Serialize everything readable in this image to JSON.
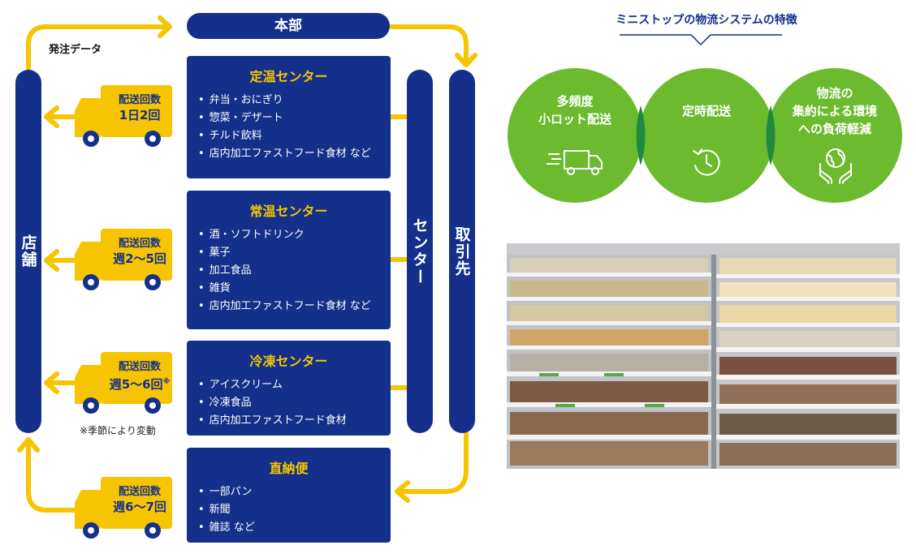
{
  "diagram": {
    "hq": "本部",
    "order_data": "発注データ",
    "store": "店舗",
    "center": "センター",
    "suppliers": "取引先",
    "centers": [
      {
        "title": "定温センター",
        "items": [
          "弁当・おにぎり",
          "惣菜・デザート",
          "チルド飲料",
          "店内加工ファストフード食材 など"
        ],
        "delivery_label": "配送回数",
        "delivery_value": "1日2回"
      },
      {
        "title": "常温センター",
        "items": [
          "酒・ソフトドリンク",
          "菓子",
          "加工食品",
          "雑貨",
          "店内加工ファストフード食材 など"
        ],
        "delivery_label": "配送回数",
        "delivery_value": "週2〜5回"
      },
      {
        "title": "冷凍センター",
        "items": [
          "アイスクリーム",
          "冷凍食品",
          "店内加工ファストフード食材"
        ],
        "delivery_label": "配送回数",
        "delivery_value": "週5〜6回",
        "mark": "※"
      },
      {
        "title": "直納便",
        "items": [
          "一部パン",
          "新聞",
          "雑誌 など"
        ],
        "delivery_label": "配送回数",
        "delivery_value": "週6〜7回"
      }
    ],
    "seasonal_note": "※季節により変動"
  },
  "features": {
    "title": "ミニストップの物流システムの特徴",
    "circles": [
      {
        "lines": [
          "多頻度",
          "小ロット配送"
        ],
        "icon": "delivery-truck-icon"
      },
      {
        "lines": [
          "定時配送"
        ],
        "icon": "clock-icon"
      },
      {
        "lines": [
          "物流の",
          "集約による環境",
          "への負荷軽減"
        ],
        "icon": "globe-hands-icon"
      }
    ]
  },
  "colors": {
    "navy": "#14308a",
    "yellow": "#f6c400",
    "green": "#6cbb2f",
    "dark_green": "#1f8a3c"
  }
}
